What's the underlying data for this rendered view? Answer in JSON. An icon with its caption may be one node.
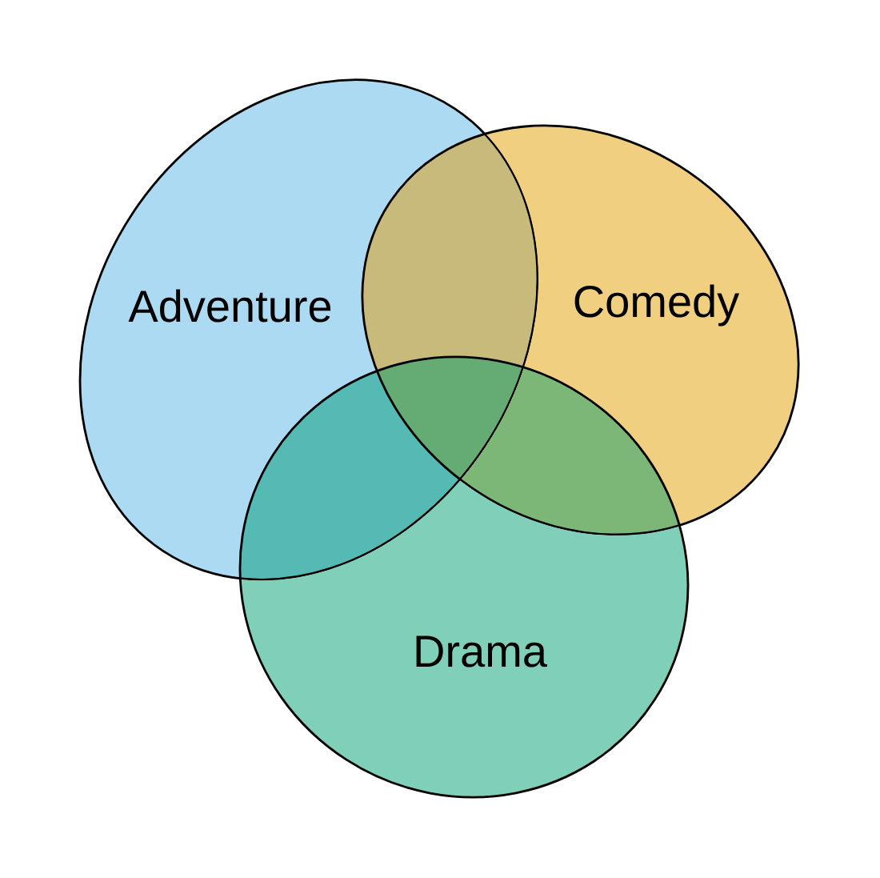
{
  "diagram": {
    "nodes": [
      {
        "text": [
          "Adventure"
        ]
      },
      {
        "text": [
          "Comedy"
        ]
      },
      {
        "text": [
          "Drama"
        ]
      }
    ]
  }
}
